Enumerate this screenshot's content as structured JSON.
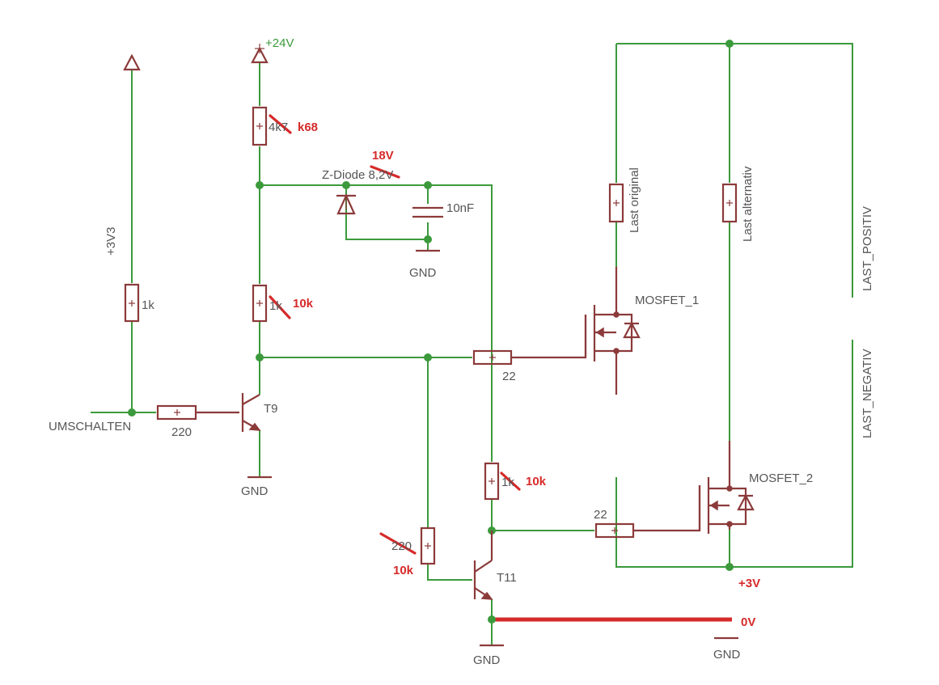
{
  "colors": {
    "wire": "#3c9a3c",
    "component": "#8c3a3a",
    "annotation": "#d62a2a",
    "text": "#555555"
  },
  "supply": {
    "v24": "+24V",
    "v3v3": "+3V3"
  },
  "ground_label": "GND",
  "signal": {
    "umschalten": "UMSCHALTEN"
  },
  "resistors": {
    "r_top": "4k7",
    "r_mid": "1k",
    "r_3v3": "1k",
    "r_base_t9": "220",
    "r_gate1": "22",
    "r_right": "1k",
    "r_gate2": "22",
    "r_base_t11": "220"
  },
  "zener": {
    "label": "Z-Diode 8,2V"
  },
  "capacitor": {
    "label": "10nF"
  },
  "transistors": {
    "t9": "T9",
    "t11": "T11"
  },
  "mosfets": {
    "m1": "MOSFET_1",
    "m2": "MOSFET_2"
  },
  "loads": {
    "orig": "Last original",
    "alt": "Last alternativ"
  },
  "nets": {
    "pos": "LAST_POSITIV",
    "neg": "LAST_NEGATIV"
  },
  "annotations": {
    "k68": "k68",
    "v18": "18V",
    "r10k_a": "10k",
    "r10k_b": "10k",
    "r10k_c": "10k",
    "v3": "+3V",
    "v0": "0V"
  }
}
